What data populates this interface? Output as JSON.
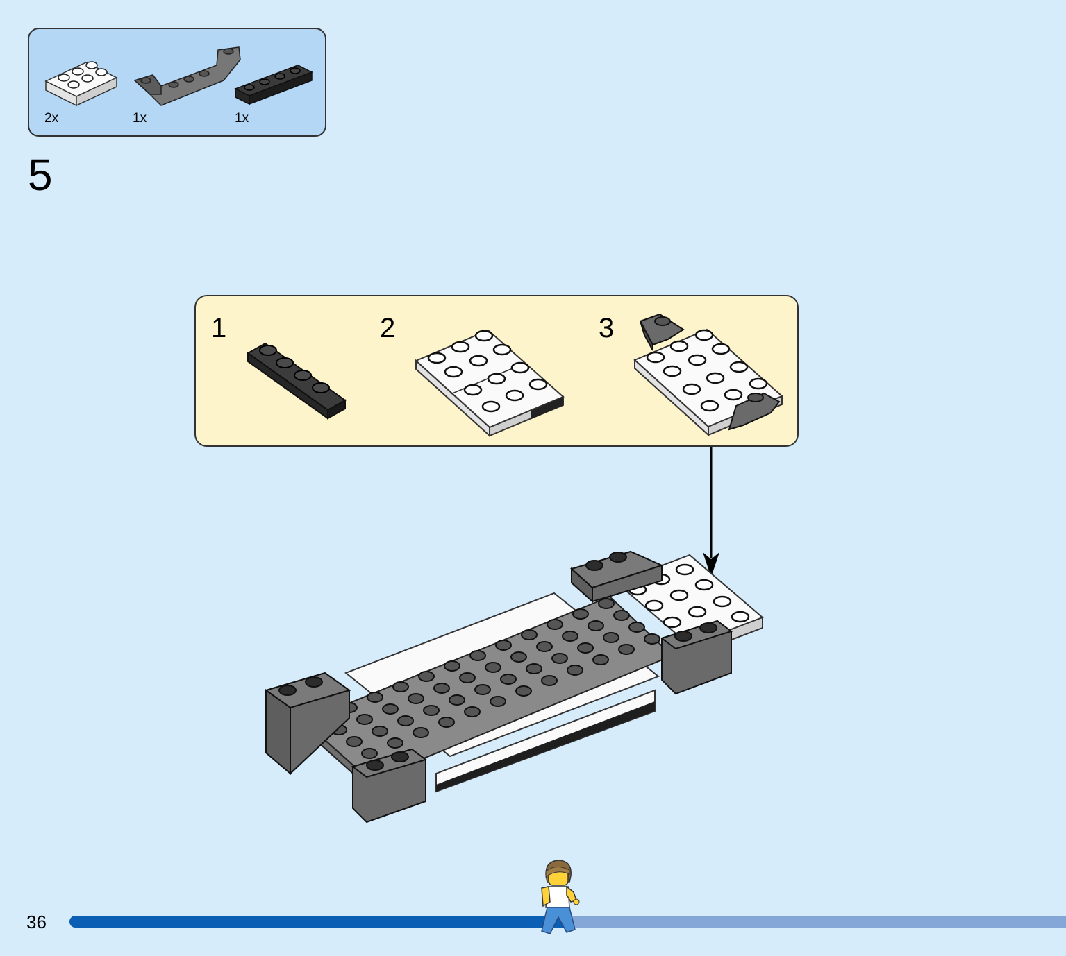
{
  "parts_list": [
    {
      "qty": "2x",
      "name": "white-plate-2x3"
    },
    {
      "qty": "1x",
      "name": "dark-gray-inverted-slope-plate"
    },
    {
      "qty": "1x",
      "name": "black-plate-1x4"
    }
  ],
  "step": {
    "number": "5"
  },
  "sub_steps": [
    {
      "number": "1"
    },
    {
      "number": "2"
    },
    {
      "number": "3"
    }
  ],
  "footer": {
    "page_number": "36",
    "progress": 0.5
  },
  "colors": {
    "page_bg": "#d6ecfb",
    "parts_box": "#b4d7f5",
    "substep_box": "#fdf4cc",
    "progress_done": "#0a5fb4",
    "progress_remaining": "#85a7d8"
  }
}
